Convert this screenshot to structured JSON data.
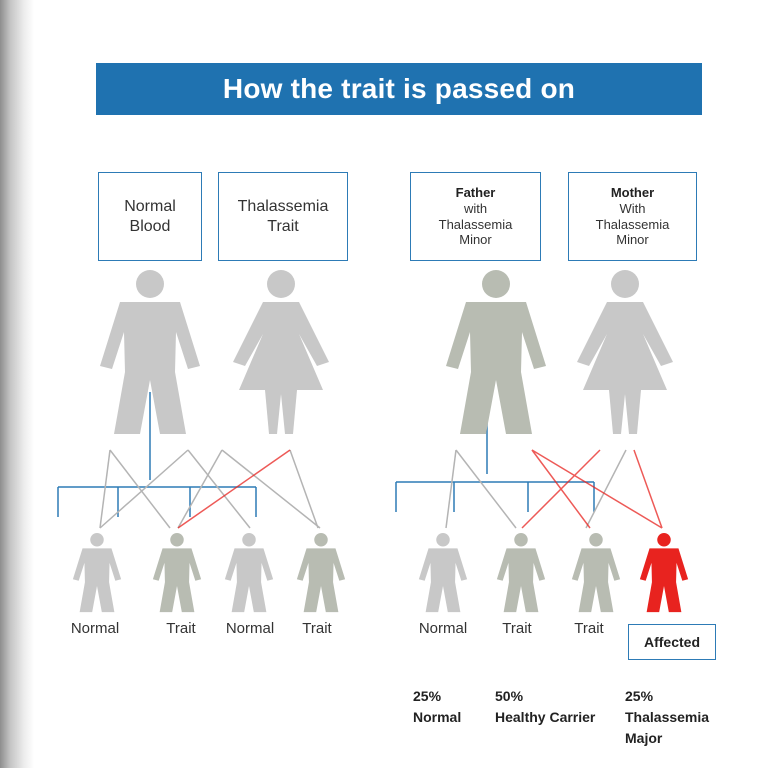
{
  "title": "How the trait is passed on",
  "left_parents": [
    "Normal Blood",
    "Thalassemia Trait"
  ],
  "right_parents": {
    "father": {
      "bold": "Father",
      "rest": "with Thalassemia Minor"
    },
    "mother": {
      "bold": "Mother",
      "rest": "With Thalassemia Minor"
    }
  },
  "left_children": [
    "Normal",
    "Trait",
    "Normal",
    "Trait"
  ],
  "right_children": [
    "Normal",
    "Trait",
    "Trait"
  ],
  "affected_label": "Affected",
  "outcomes": [
    {
      "percent": "25%",
      "label": "Normal"
    },
    {
      "percent": "50%",
      "label": "Healthy Carrier"
    },
    {
      "percent": "25%",
      "label": "Thalassemia Major"
    }
  ],
  "colors": {
    "banner": "#1f72b0",
    "trait": "#e8231f",
    "normal": "#c8c8c8",
    "line_blue": "#2d7bb6"
  }
}
